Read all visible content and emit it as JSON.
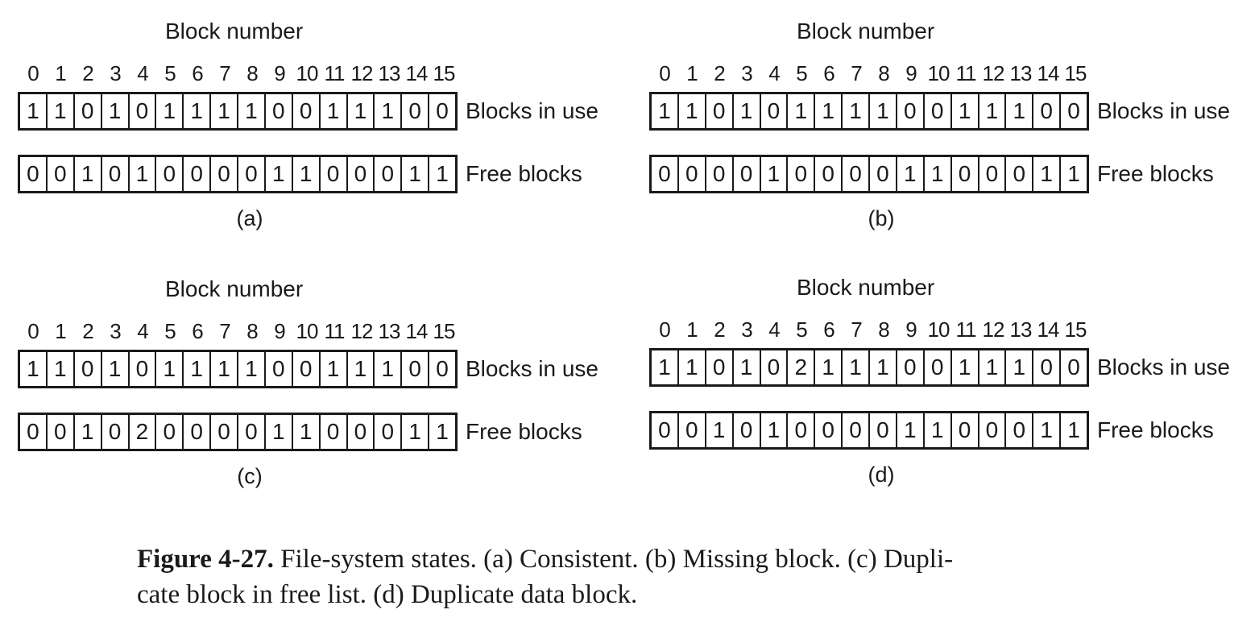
{
  "block_number_label": "Block number",
  "indices": [
    "0",
    "1",
    "2",
    "3",
    "4",
    "5",
    "6",
    "7",
    "8",
    "9",
    "10",
    "11",
    "12",
    "13",
    "14",
    "15"
  ],
  "row_labels": {
    "in_use": "Blocks in use",
    "free": "Free blocks"
  },
  "panels": [
    {
      "tag": "(a)",
      "in_use": [
        "1",
        "1",
        "0",
        "1",
        "0",
        "1",
        "1",
        "1",
        "1",
        "0",
        "0",
        "1",
        "1",
        "1",
        "0",
        "0"
      ],
      "free": [
        "0",
        "0",
        "1",
        "0",
        "1",
        "0",
        "0",
        "0",
        "0",
        "1",
        "1",
        "0",
        "0",
        "0",
        "1",
        "1"
      ]
    },
    {
      "tag": "(b)",
      "in_use": [
        "1",
        "1",
        "0",
        "1",
        "0",
        "1",
        "1",
        "1",
        "1",
        "0",
        "0",
        "1",
        "1",
        "1",
        "0",
        "0"
      ],
      "free": [
        "0",
        "0",
        "0",
        "0",
        "1",
        "0",
        "0",
        "0",
        "0",
        "1",
        "1",
        "0",
        "0",
        "0",
        "1",
        "1"
      ]
    },
    {
      "tag": "(c)",
      "in_use": [
        "1",
        "1",
        "0",
        "1",
        "0",
        "1",
        "1",
        "1",
        "1",
        "0",
        "0",
        "1",
        "1",
        "1",
        "0",
        "0"
      ],
      "free": [
        "0",
        "0",
        "1",
        "0",
        "2",
        "0",
        "0",
        "0",
        "0",
        "1",
        "1",
        "0",
        "0",
        "0",
        "1",
        "1"
      ]
    },
    {
      "tag": "(d)",
      "in_use": [
        "1",
        "1",
        "0",
        "1",
        "0",
        "2",
        "1",
        "1",
        "1",
        "0",
        "0",
        "1",
        "1",
        "1",
        "0",
        "0"
      ],
      "free": [
        "0",
        "0",
        "1",
        "0",
        "1",
        "0",
        "0",
        "0",
        "0",
        "1",
        "1",
        "0",
        "0",
        "0",
        "1",
        "1"
      ]
    }
  ],
  "caption": {
    "figure_label": "Figure 4-27.",
    "line1_rest": " File-system states.  (a) Consistent.  (b) Missing block.  (c) Dupli-",
    "line2": "cate block in free list.  (d) Duplicate data block."
  }
}
